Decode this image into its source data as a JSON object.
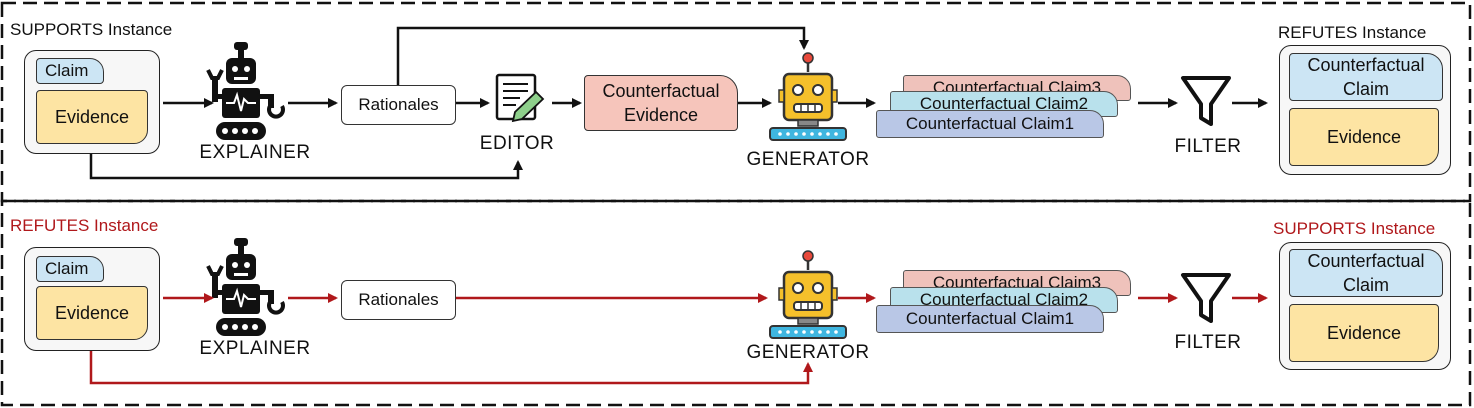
{
  "top": {
    "input_title": "SUPPORTS Instance",
    "output_title": "REFUTES Instance",
    "claim": "Claim",
    "evidence": "Evidence",
    "explainer": "EXPLAINER",
    "rationales": "Rationales",
    "editor": "EDITOR",
    "cf_evidence_line1": "Counterfactual",
    "cf_evidence_line2": "Evidence",
    "generator": "GENERATOR",
    "cf_claim3": "Counterfactual Claim3",
    "cf_claim2": "Counterfactual Claim2",
    "cf_claim1": "Counterfactual Claim1",
    "filter": "FILTER",
    "out_claim_line1": "Counterfactual",
    "out_claim_line2": "Claim",
    "out_evidence": "Evidence"
  },
  "bottom": {
    "input_title": "REFUTES Instance",
    "output_title": "SUPPORTS Instance",
    "claim": "Claim",
    "evidence": "Evidence",
    "explainer": "EXPLAINER",
    "rationales": "Rationales",
    "generator": "GENERATOR",
    "cf_claim3": "Counterfactual Claim3",
    "cf_claim2": "Counterfactual Claim2",
    "cf_claim1": "Counterfactual Claim1",
    "filter": "FILTER",
    "out_claim_line1": "Counterfactual",
    "out_claim_line2": "Claim",
    "out_evidence": "Evidence"
  },
  "colors": {
    "black_arrow": "#111111",
    "red_arrow": "#b0181b",
    "red_title": "#b0181b",
    "claim_fill": "#cce5f4",
    "evidence_fill": "#fde4a3",
    "cf_evidence_fill": "#f6c5bb",
    "robot_yellow": "#f5c02b"
  },
  "icons": {
    "explainer": "robot-icon",
    "editor": "document-pencil-icon",
    "generator": "generator-robot-icon",
    "filter": "funnel-icon"
  }
}
